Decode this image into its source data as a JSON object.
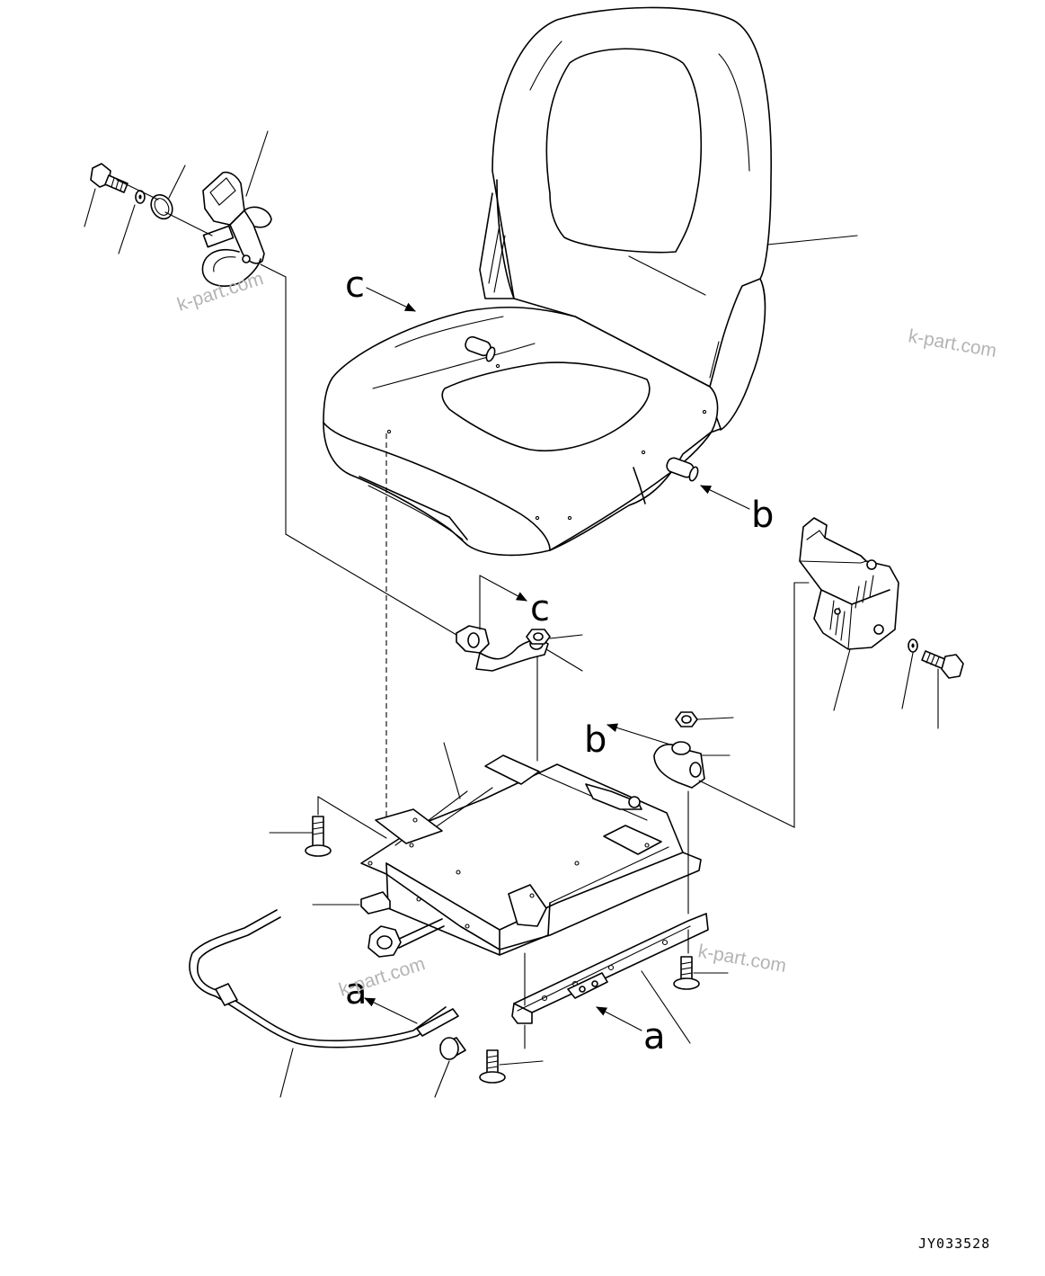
{
  "diagram": {
    "callouts": {
      "c_top": "c",
      "c_bracket": "c",
      "b_seat": "b",
      "b_bracket": "b",
      "a_rail": "a",
      "a_left": "a"
    },
    "watermarks": [
      "k-part.com",
      "k-part.com",
      "k-part.com",
      "k-part.com"
    ],
    "drawing_code": "JY033528"
  }
}
